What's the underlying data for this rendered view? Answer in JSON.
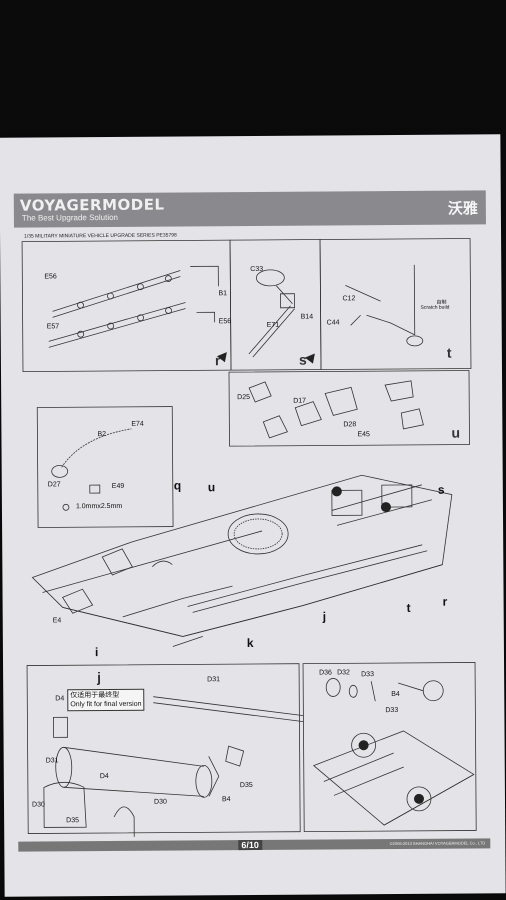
{
  "header": {
    "brand": "VOYAGERMODEL",
    "tagline": "The Best Upgrade Solution",
    "brand_cn": "沃雅",
    "series": "1/35 MILITARY MINIATURE VEHICLE UPGRADE SERIES PE35798"
  },
  "steps": {
    "r": "r",
    "s": "s",
    "t": "t",
    "u": "u",
    "q": "q",
    "j": "j",
    "k": "k",
    "i": "i"
  },
  "labels": {
    "e56": "E56",
    "e57": "E57",
    "b1": "B1",
    "e56b": "E56",
    "c33": "C33",
    "e71": "E71",
    "b14": "B14",
    "c12": "C12",
    "c44": "C44",
    "scratch_cn": "自制",
    "scratch": "Scratch build",
    "d25": "D25",
    "d17": "D17",
    "d28": "D28",
    "e45": "E45",
    "e74": "E74",
    "b2": "B2",
    "d27": "D27",
    "e49": "E49",
    "wire": "1.0mmx2.5mm",
    "e4": "E4",
    "d31": "D31",
    "d4": "D4",
    "d31b": "D31",
    "d4b": "D4",
    "d30": "D30",
    "d35": "D35",
    "d30b": "D30",
    "b4": "B4",
    "d35b": "D35",
    "d36": "D36",
    "d32": "D32",
    "d33": "D33",
    "b4b": "B4",
    "d33b": "D33"
  },
  "note": {
    "cn": "仅适用于最终型",
    "en": "Only fit for final version"
  },
  "footer": {
    "page": "6/10",
    "copyright": "©2006-2013 SHANGHAI VOYAGERMODEL Co., LTD"
  }
}
